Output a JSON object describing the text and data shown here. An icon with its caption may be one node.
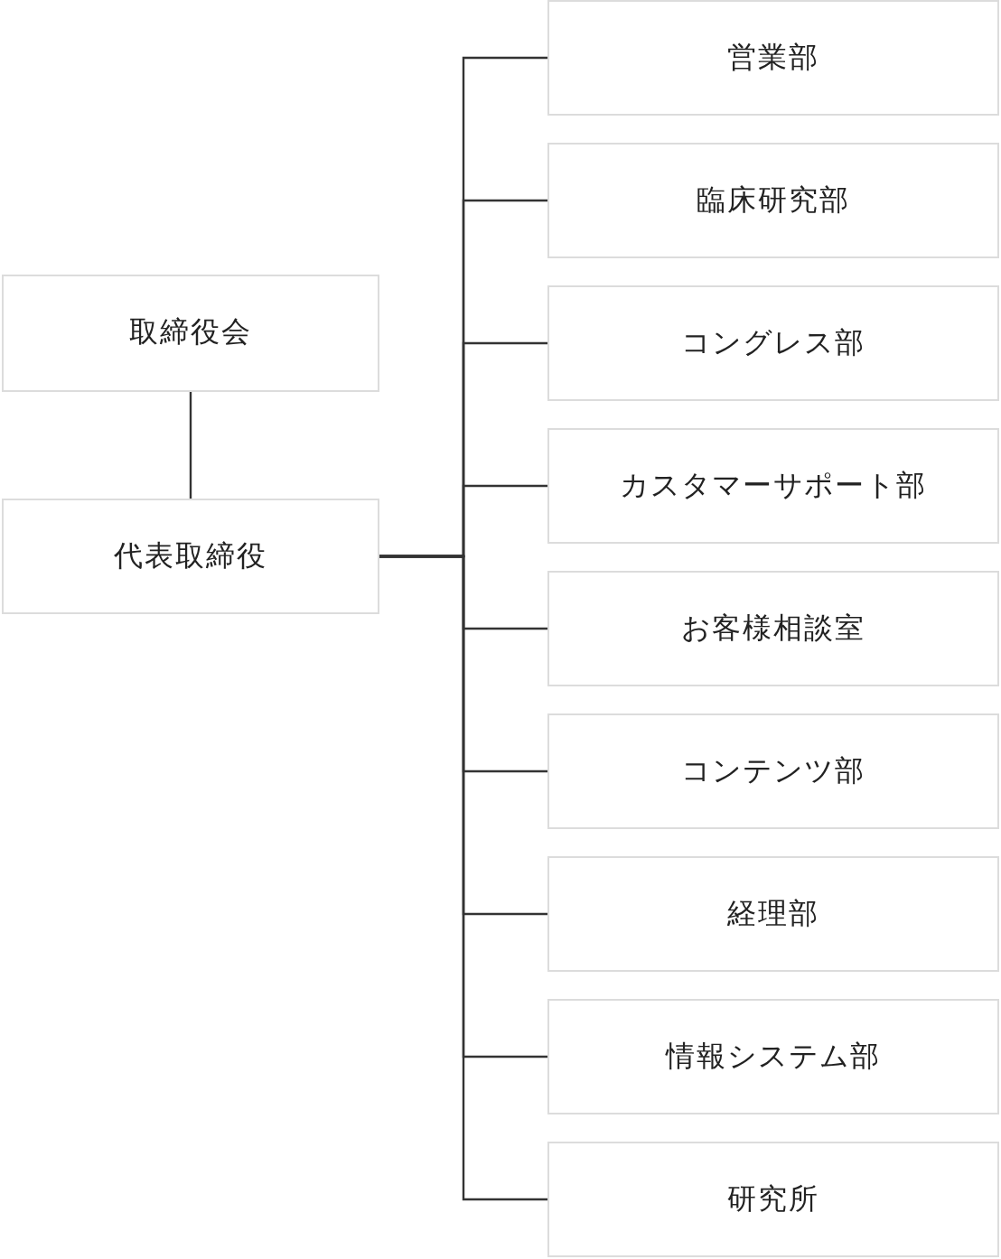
{
  "diagram": {
    "nodes": [
      {
        "text": [
          "取締役会"
        ]
      },
      {
        "text": [
          "代表取締役"
        ]
      },
      {
        "text": [
          "営業部"
        ]
      },
      {
        "text": [
          "臨床研究部"
        ]
      },
      {
        "text": [
          "コングレス部"
        ]
      },
      {
        "text": [
          "カスタマーサポート部"
        ]
      },
      {
        "text": [
          "お客様相談室"
        ]
      },
      {
        "text": [
          "コンテンツ部"
        ]
      },
      {
        "text": [
          "経理部"
        ]
      },
      {
        "text": [
          "情報システム部"
        ]
      },
      {
        "text": [
          "研究所"
        ]
      }
    ],
    "edges": [
      {
        "from": 0,
        "to": 1,
        "arrow": "none"
      },
      {
        "from": 1,
        "to": 2,
        "arrow": "none"
      },
      {
        "from": 1,
        "to": 3,
        "arrow": "none"
      },
      {
        "from": 1,
        "to": 4,
        "arrow": "none"
      },
      {
        "from": 1,
        "to": 5,
        "arrow": "none"
      },
      {
        "from": 1,
        "to": 6,
        "arrow": "none"
      },
      {
        "from": 1,
        "to": 7,
        "arrow": "none"
      },
      {
        "from": 1,
        "to": 8,
        "arrow": "none"
      },
      {
        "from": 1,
        "to": 9,
        "arrow": "none"
      },
      {
        "from": 1,
        "to": 10,
        "arrow": "none"
      }
    ]
  }
}
